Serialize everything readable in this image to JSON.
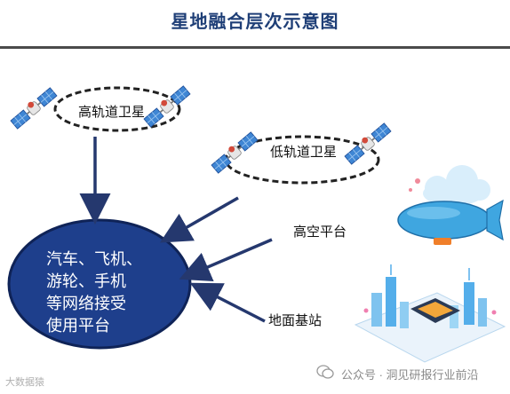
{
  "title": "星地融合层次示意图",
  "nodes": {
    "high_orbit": "高轨道卫星",
    "low_orbit": "低轨道卫星",
    "high_platform": "高空平台",
    "ground_station": "地面基站",
    "users": [
      "汽车、飞机、",
      "游轮、手机",
      "等网络接受",
      "使用平台"
    ]
  },
  "watermarks": {
    "left": "大数据猿",
    "right": "公众号 · 洞见研报行业前沿"
  },
  "colors": {
    "title": "#1f3f77",
    "ellipse_fill": "#1e3f8c",
    "arrow": "#25386e",
    "blimp": "#3fa6e0"
  }
}
